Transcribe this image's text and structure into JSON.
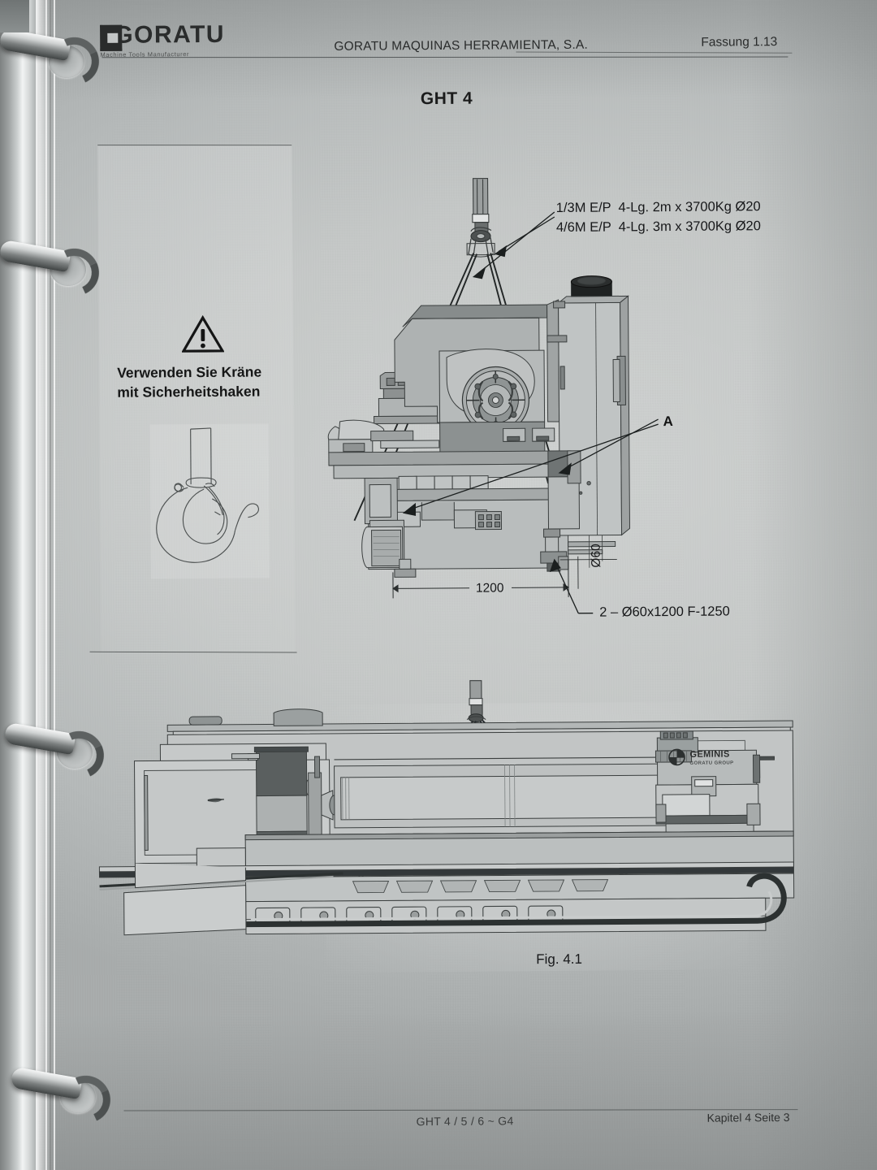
{
  "document": {
    "type": "machine-manual-page",
    "header": {
      "logo_text": "GORATU",
      "logo_subtitle": "Machine Tools Manufacturer",
      "company": "GORATU MAQUINAS HERRAMIENTA, S.A.",
      "version": "Fassung 1.13"
    },
    "title": "GHT 4",
    "warning_panel": {
      "icon": "warning-triangle-icon",
      "text_line1": "Verwenden Sie Kräne",
      "text_line2": "mit Sicherheitshaken",
      "illustration": "safety-hook-with-latch"
    },
    "annotations": {
      "sling_spec_line1": "1/3M E/P  4-Lg. 2m x 3700Kg Ø20",
      "sling_spec_line2": "4/6M E/P  4-Lg. 3m x 3700Kg Ø20",
      "detail_label": "A",
      "dimension_1200": "1200",
      "dimension_diameter": "Ø60",
      "bar_callout": "2 – Ø60x1200 F-1250"
    },
    "figure_caption": "Fig. 4.1",
    "machine_brand_plate": "GEMINIS",
    "machine_brand_plate_sub": "GORATU GROUP",
    "footer": {
      "left": "GHT  4 / 5 / 6 ~ G4",
      "right": "Kapitel 4 Seite 3"
    },
    "colors": {
      "paper": "#c6c9c8",
      "ink": "#1c1c1c",
      "rule": "#5e6262",
      "fill_light": "#c2c5c5",
      "fill_mid": "#a7abab",
      "fill_dark": "#84898a",
      "fill_darkest": "#3e4242"
    },
    "binder": {
      "rings": 4,
      "ring_positions_y": [
        46,
        206,
        900,
        1325
      ]
    }
  }
}
